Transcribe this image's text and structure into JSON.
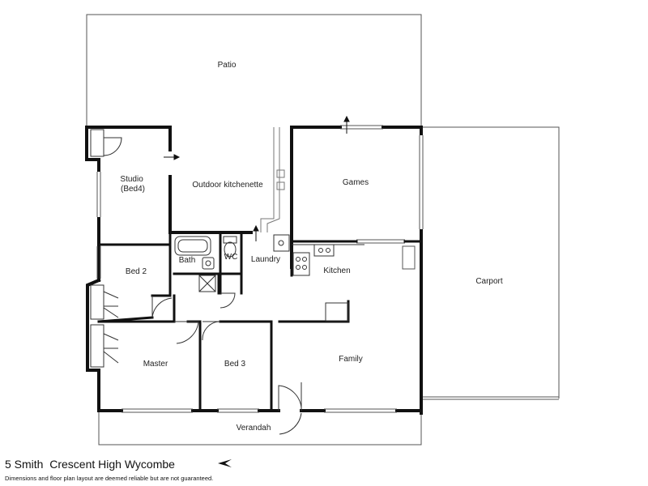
{
  "rooms": {
    "patio": "Patio",
    "studio": "Studio\n(Bed4)",
    "outdoor_kitchenette": "Outdoor kitchenette",
    "games": "Games",
    "bath": "Bath",
    "wc": "WC",
    "laundry": "Laundry",
    "kitchen": "Kitchen",
    "bed2": "Bed 2",
    "carport": "Carport",
    "master": "Master",
    "bed3": "Bed 3",
    "family": "Family",
    "verandah": "Verandah"
  },
  "footer": {
    "address": "5 Smith  Crescent High Wycombe",
    "disclaimer": "Dimensions and floor plan layout are deemed reliable but are not guaranteed."
  },
  "compass": {
    "icon": "north-arrow-icon"
  }
}
